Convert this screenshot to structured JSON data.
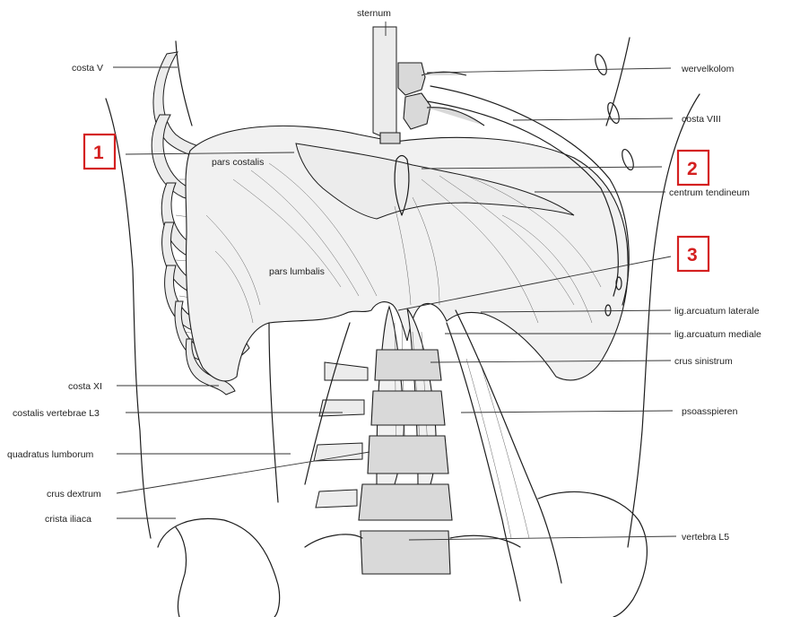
{
  "labels": {
    "sternum": "sternum",
    "costa_v": "costa V",
    "wervelkolom": "wervelkolom",
    "costa_viii": "costa VIII",
    "pars_costalis": "pars costalis",
    "centrum_tendineum": "centrum tendineum",
    "pars_lumbalis": "pars lumbalis",
    "lig_arcuatum_laterale": "lig.arcuatum laterale",
    "lig_arcuatum_mediale": "lig.arcuatum mediale",
    "crus_sinistrum": "crus sinistrum",
    "costa_xi": "costa XI",
    "psoasspieren": "psoasspieren",
    "costalis_vertebrae": "costalis vertebrae L3",
    "quadratus_lumborum": "quadratus lumborum",
    "crus_dextrum": "crus dextrum",
    "crista_iliaca": "crista iliaca",
    "vertebra_l5": "vertebra L5"
  },
  "markers": {
    "m1": "1",
    "m2": "2",
    "m3": "3"
  },
  "colors": {
    "marker": "#d42020",
    "ink": "#1d1d1d",
    "bone_fill": "#d9d9d9"
  }
}
